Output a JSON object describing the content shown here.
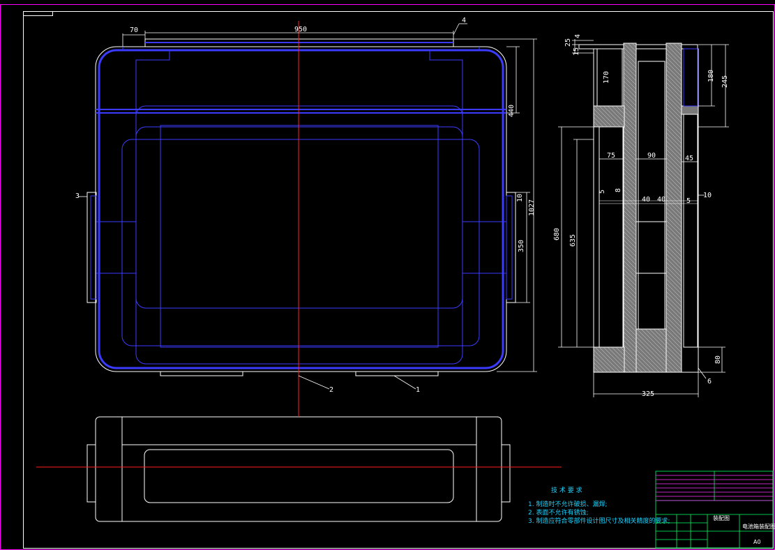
{
  "colors": {
    "outline": "#ffffff",
    "blue": "#1a1aff",
    "bright_blue": "#3b3bff",
    "centerline": "#ff2020",
    "frame": "#ff00ff",
    "hatch": "#cfcfcf",
    "table_green": "#00ff66",
    "table_magenta": "#ff33ff",
    "note_cyan": "#19d3ff"
  },
  "top_view": {
    "dimensions": {
      "overall_width": "950",
      "lip_width": "70",
      "depth_440": "440",
      "handle_gap_10": "10",
      "overall_depth": "1027",
      "handle_span": "350"
    },
    "balloons": {
      "b4": "4",
      "b3": "3",
      "b1": "1",
      "b2": "2"
    }
  },
  "section_view": {
    "dimensions": {
      "d25": "25",
      "d15": "15",
      "d4": "4",
      "d170": "170",
      "d180": "180",
      "d245": "245",
      "d75": "75",
      "d90": "90",
      "d45": "45",
      "d5a": "5",
      "d8": "8",
      "d40a": "40",
      "d40b": "40",
      "d5b": "5",
      "d10": "10",
      "d680": "680",
      "d635": "635",
      "d80": "80",
      "d325": "325"
    },
    "balloon_6": "6"
  },
  "technical_requirements": {
    "heading": "技 术 要 求",
    "items": [
      "1. 制造时不允许破损、漏焊;",
      "2. 表面不允许有锈蚀;",
      "3. 制造应符合零部件设计图尺寸及相关精度的要求;"
    ]
  },
  "title_block": {
    "drawing_name": "装配图",
    "part_name": "电池箱装配图",
    "size": "A0"
  }
}
